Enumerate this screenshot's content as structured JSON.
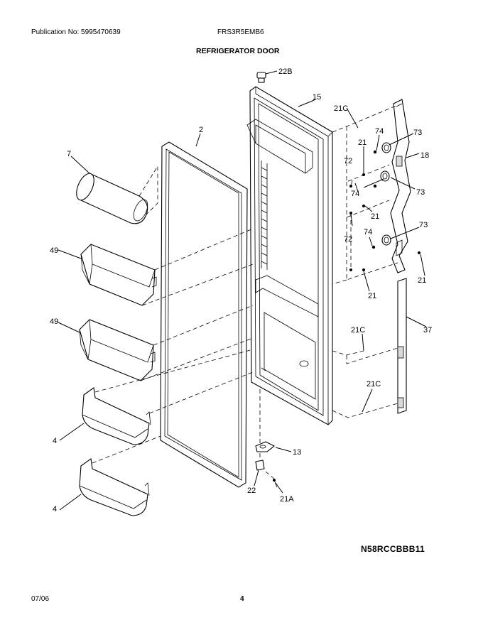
{
  "header": {
    "publication": "Publication No: 5995470639",
    "model": "FRS3R5EMB6",
    "title": "REFRIGERATOR DOOR"
  },
  "footer": {
    "reference_code": "N58RCCBBB11",
    "date": "07/06",
    "page_number": "4"
  },
  "callouts": {
    "c22b": "22B",
    "c15": "15",
    "c2": "2",
    "c7": "7",
    "c49a": "49",
    "c49b": "49",
    "c4a": "4",
    "c4b": "4",
    "c21c_top": "21C",
    "c74_1": "74",
    "c73_1": "73",
    "c21_1": "21",
    "c18": "18",
    "c72_1": "72",
    "c74_2": "74",
    "c73_2": "73",
    "c21_2": "21",
    "c72_2": "72",
    "c74_3": "74",
    "c73_3": "73",
    "c21_3": "21",
    "c21_4": "21",
    "c37": "37",
    "c21c_mid": "21C",
    "c21c_low": "21C",
    "c13": "13",
    "c22": "22",
    "c21a": "21A"
  }
}
